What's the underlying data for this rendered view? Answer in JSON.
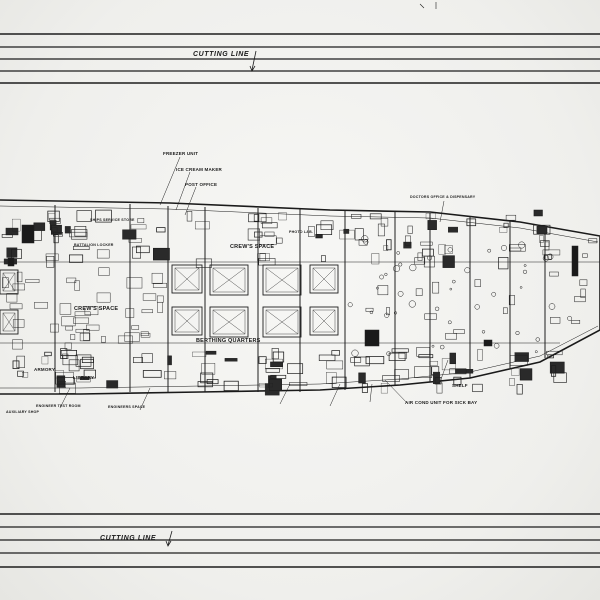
{
  "drawing": {
    "cutting_line_top": "CUTTING LINE",
    "cutting_line_bottom": "CUTTING LINE",
    "labels": {
      "freezer_unit": "FREEZER UNIT",
      "ice_cream_maker": "ICE CREAM MAKER",
      "post_office": "POST OFFICE",
      "crews_space_left": "CREW'S SPACE",
      "crews_space_center": "CREW'S SPACE",
      "berthing_quarters": "BERTHING QUARTERS",
      "ships_service_store": "SHIPS SERVICE STORE",
      "battalion_locker": "BATTALION LOCKER",
      "armory": "ARMORY",
      "library": "LIBRARY",
      "engineer_test_room": "ENGINEER TEST ROOM",
      "auxiliary_shop": "AUXILIARY SHOP",
      "engineers_space": "ENGINEERS SPACE",
      "air_cond_unit": "AIR COND UNIT FOR SICK BAY",
      "shelf": "SHELF",
      "doctors_office": "DOCTORS OFFICE & DISPENSARY",
      "photo_lab": "PHOTO LAB."
    }
  }
}
